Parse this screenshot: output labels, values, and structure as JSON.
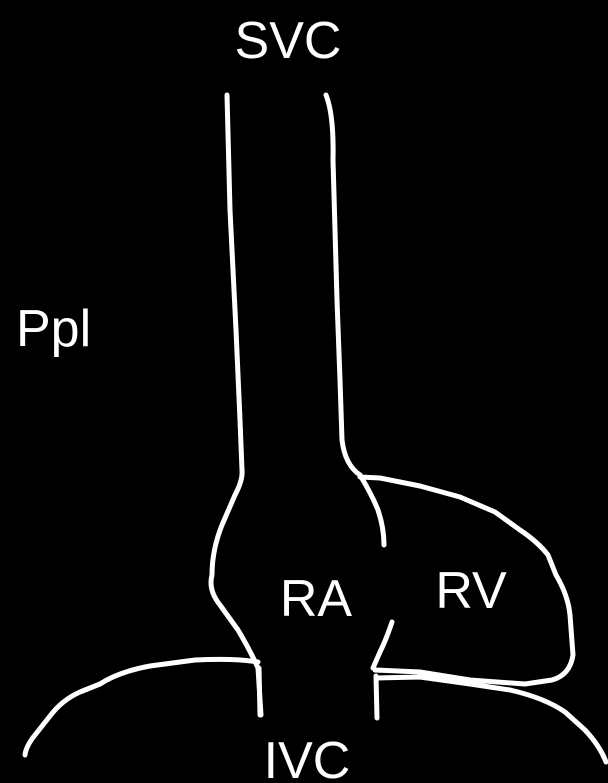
{
  "labels": {
    "svc": "SVC",
    "ppl": "Ppl",
    "ra": "RA",
    "rv": "RV",
    "ivc": "IVC"
  },
  "colors": {
    "background": "#000000",
    "stroke": "#ffffff",
    "text": "#ffffff"
  }
}
